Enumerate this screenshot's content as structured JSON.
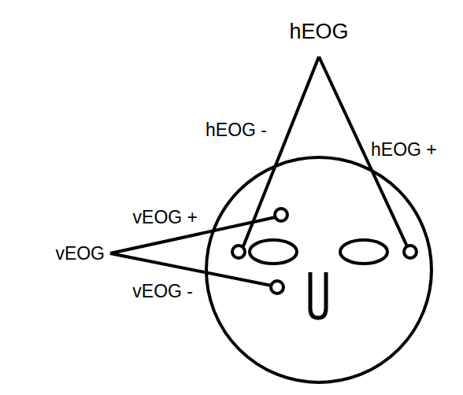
{
  "diagram": {
    "labels": [
      "hEOG",
      "hEOG -",
      "hEOG +",
      "vEOG +",
      "vEOG",
      "vEOG -"
    ]
  }
}
